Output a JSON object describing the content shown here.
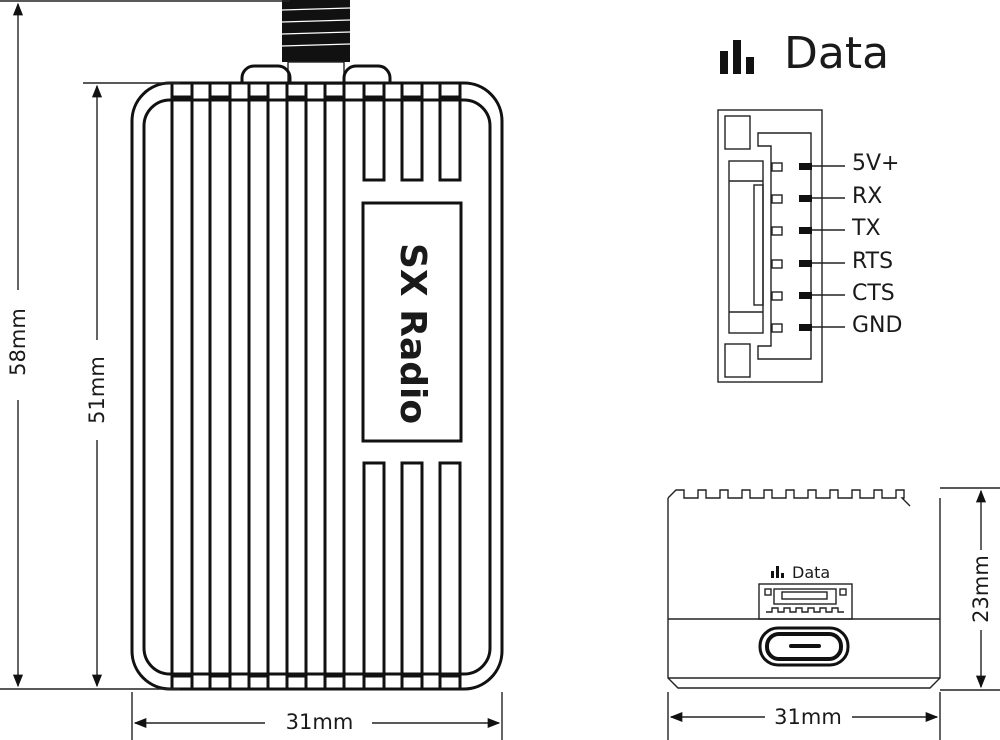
{
  "diagram": {
    "product_label": "SX Radio",
    "connector_title": "Data",
    "connector_icon": "signal-bars-icon",
    "pins": [
      "5V+",
      "RX",
      "TX",
      "RTS",
      "CTS",
      "GND"
    ],
    "front_view": {
      "port_label": "Data",
      "usb_port": "usb-c-port"
    },
    "dimensions": {
      "total_height": "58mm",
      "body_height": "51mm",
      "top_width": "31mm",
      "side_width": "31mm",
      "side_height": "23mm"
    },
    "colors": {
      "line": "#111111",
      "background": "#ffffff"
    }
  }
}
